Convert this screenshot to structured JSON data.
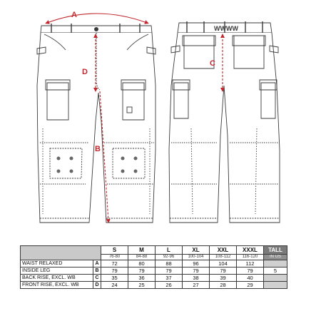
{
  "diagram": {
    "markers": {
      "a": "A",
      "b": "B",
      "c": "C",
      "d": "D"
    },
    "waistband_brand": "WWWW"
  },
  "table": {
    "sizes": [
      "S",
      "M",
      "L",
      "XL",
      "XXL",
      "XXXL"
    ],
    "size_ranges": [
      "76-80",
      "84-88",
      "92-96",
      "100-104",
      "108-112",
      "116-120"
    ],
    "tall": {
      "label": "TALL",
      "sublabel": "IN US"
    },
    "rows": [
      {
        "label": "WAIST RELAXED",
        "letter": "A",
        "values": [
          "72",
          "80",
          "88",
          "96",
          "104",
          "112"
        ],
        "tall": ""
      },
      {
        "label": "INSIDE LEG",
        "letter": "B",
        "values": [
          "79",
          "79",
          "79",
          "79",
          "79",
          "79"
        ],
        "tall": "5"
      },
      {
        "label": "BACK RISE, EXCL. WB",
        "letter": "C",
        "values": [
          "35",
          "36",
          "37",
          "38",
          "39",
          "40"
        ],
        "tall": ""
      },
      {
        "label": "FRONT RISE, EXCL. WB",
        "letter": "D",
        "values": [
          "24",
          "25",
          "26",
          "27",
          "28",
          "29"
        ],
        "tall": ""
      }
    ]
  },
  "colors": {
    "measure_red": "#c0282d",
    "line": "#3a3a3a",
    "tall_bg": "#8f8f8f",
    "header_bg": "#c9c9c9"
  }
}
